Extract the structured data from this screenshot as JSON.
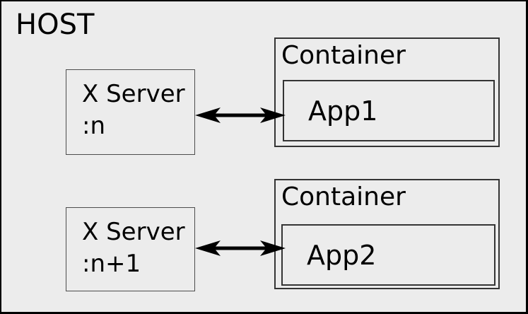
{
  "diagram": {
    "host_label": "HOST",
    "servers": [
      {
        "line1": "X Server",
        "line2": ":n"
      },
      {
        "line1": "X Server",
        "line2": ":n+1"
      }
    ],
    "containers": [
      {
        "label": "Container",
        "app_label": "App1"
      },
      {
        "label": "Container",
        "app_label": "App2"
      }
    ],
    "connections": [
      {
        "from": "X Server :n",
        "to": "App1",
        "type": "bidirectional"
      },
      {
        "from": "X Server :n+1",
        "to": "App2",
        "type": "bidirectional"
      }
    ],
    "colors": {
      "background": "#ececec",
      "frame_border": "#000000",
      "box_border": "#343434",
      "server_border": "#4d4d4d",
      "text": "#000000",
      "arrow": "#000000"
    }
  }
}
